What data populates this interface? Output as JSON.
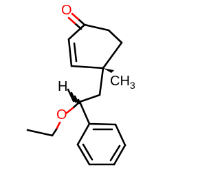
{
  "molecule": {
    "atoms": {
      "ketone_oxygen": "O",
      "ether_oxygen": "O",
      "stereo_hydrogen": "H",
      "methyl": {
        "main": "CH",
        "subscript": "3"
      }
    },
    "colors": {
      "oxygen": "#ff0000",
      "bond": "#000000",
      "background": "#ffffff"
    }
  }
}
